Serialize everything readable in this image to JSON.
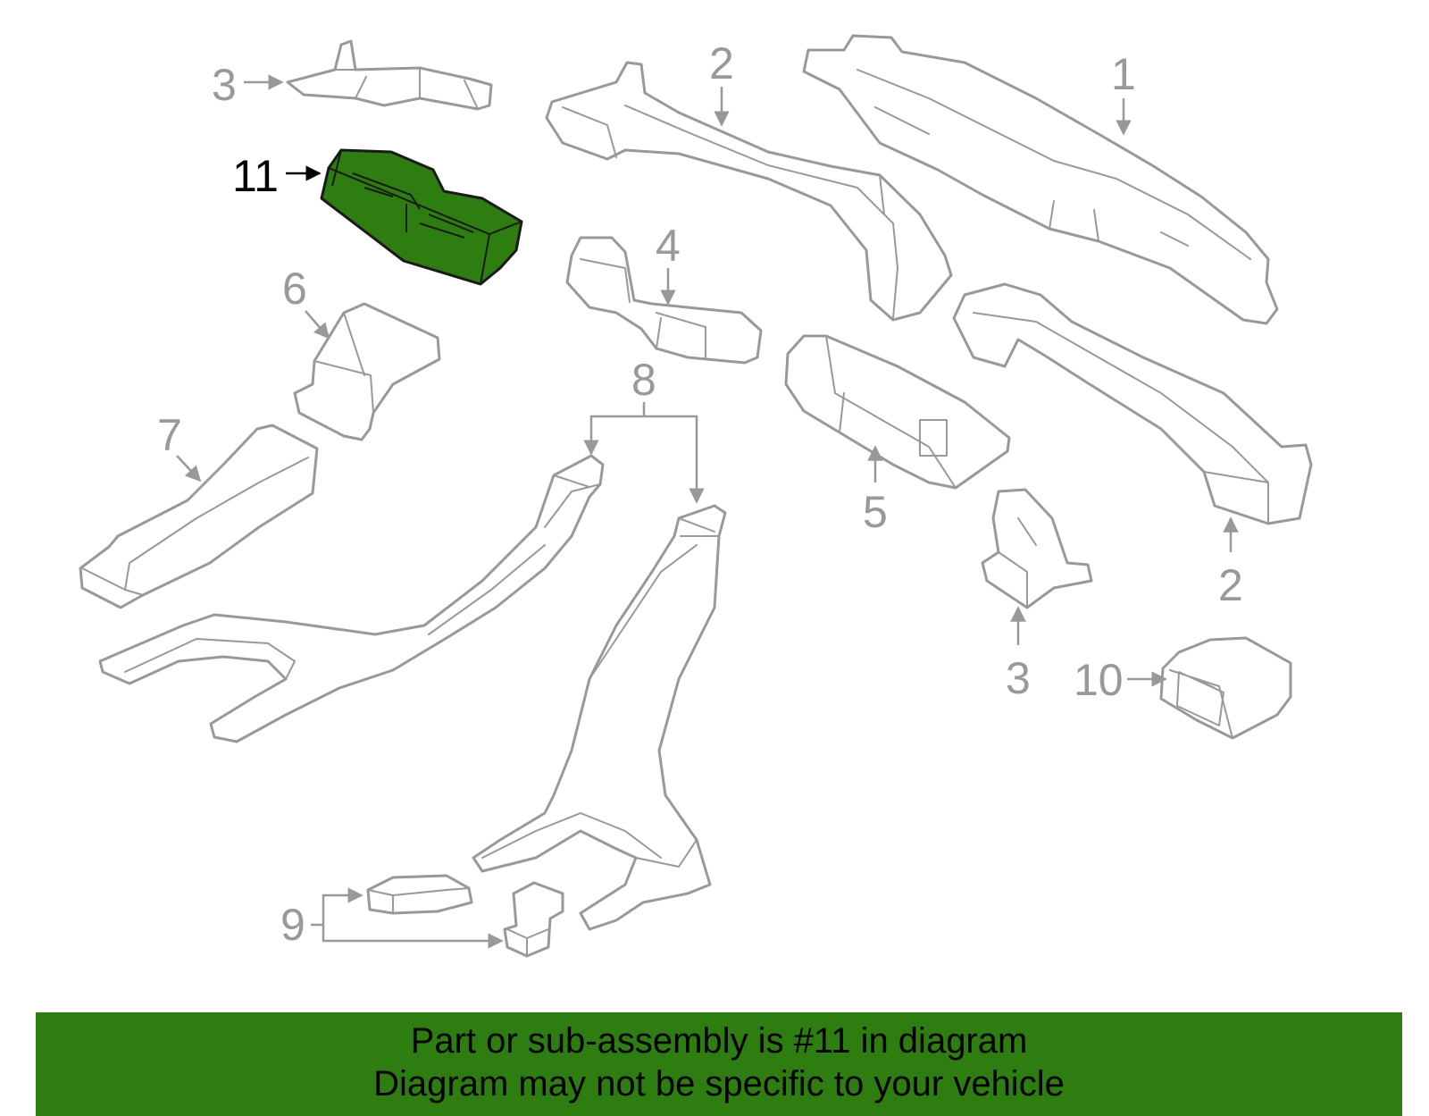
{
  "colors": {
    "part_outline": "#999999",
    "label_gray": "#999999",
    "highlight_fill": "#2e7d10",
    "banner_bg": "#2e7d10",
    "text_dark": "#000000"
  },
  "callouts": {
    "c1": "1",
    "c2a": "2",
    "c2b": "2",
    "c3a": "3",
    "c3b": "3",
    "c4": "4",
    "c5": "5",
    "c6": "6",
    "c7": "7",
    "c8": "8",
    "c9": "9",
    "c10": "10",
    "c11": "11"
  },
  "highlighted_part": "11",
  "banner": {
    "line1": "Part or sub-assembly is #11 in diagram",
    "line2": "Diagram may not be specific to your vehicle"
  }
}
